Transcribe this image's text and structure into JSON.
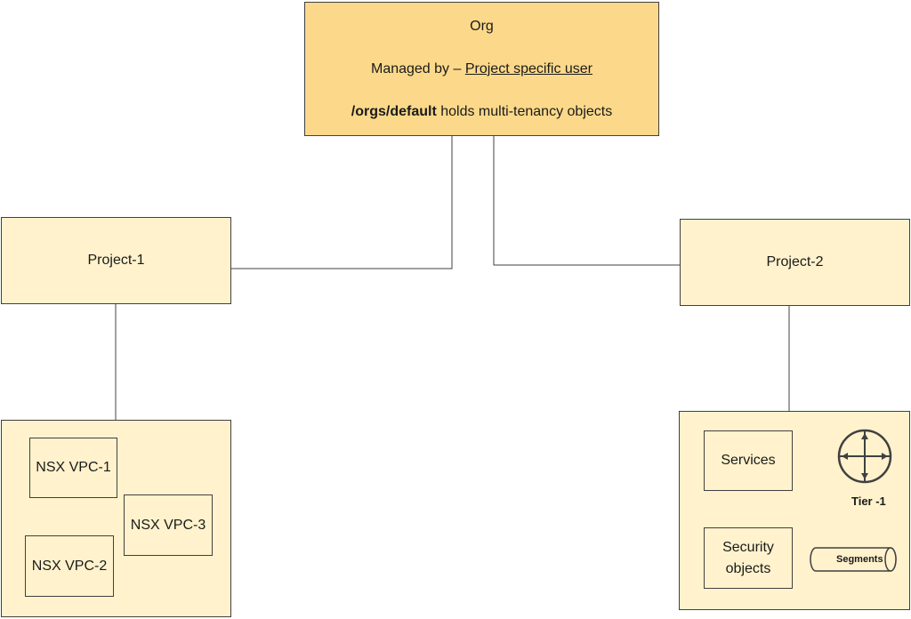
{
  "org": {
    "title": "Org",
    "managed_prefix": "Managed by – ",
    "managed_user": "Project specific user",
    "path": "/orgs/default",
    "path_suffix": " holds multi-tenancy objects"
  },
  "projects": [
    {
      "label": "Project-1"
    },
    {
      "label": "Project-2"
    }
  ],
  "vpcs": [
    {
      "label": "NSX VPC-1"
    },
    {
      "label": "NSX VPC-2"
    },
    {
      "label": "NSX VPC-3"
    }
  ],
  "project2_objects": {
    "services": "Services",
    "security_line1": "Security",
    "security_line2": "objects",
    "tier1": "Tier -1",
    "segments": "Segments"
  },
  "colors": {
    "org_fill": "#fcd98a",
    "box_fill": "#fff2cc",
    "border": "#404040"
  }
}
